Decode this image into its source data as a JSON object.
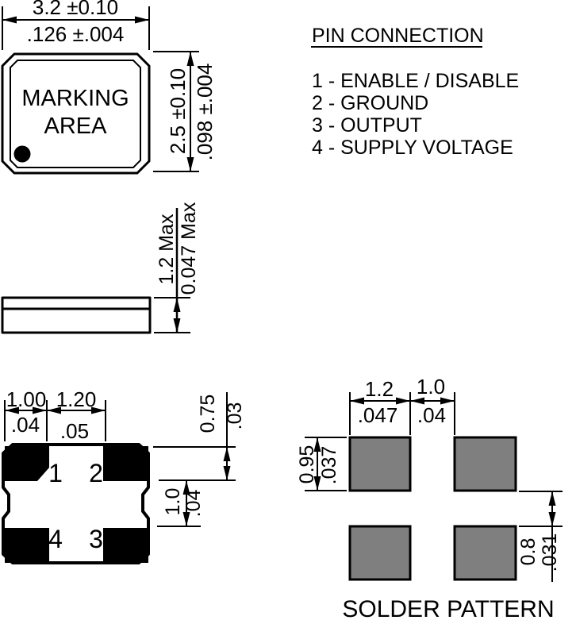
{
  "colors": {
    "ink": "#000000",
    "background": "#ffffff",
    "solder_pad_gray": "#7f7f7f"
  },
  "top_view": {
    "width_mm": "3.2 ±0.10",
    "width_in": ".126 ±.004",
    "height_mm": "2.5 ±0.10",
    "height_in": ".098 ±.004",
    "marking_line1": "MARKING",
    "marking_line2": "AREA"
  },
  "pin_connection": {
    "title": "PIN CONNECTION",
    "pins": [
      {
        "label": "1 - ENABLE / DISABLE"
      },
      {
        "label": "2 - GROUND"
      },
      {
        "label": "3 - OUTPUT"
      },
      {
        "label": "4 - SUPPLY VOLTAGE"
      }
    ]
  },
  "side_view": {
    "height_mm": "1.2 Max",
    "height_in": "0.047 Max"
  },
  "bottom_view": {
    "pad_width_mm": "1.00",
    "pad_width_in": ".04",
    "pad_pitch_mm": "1.20",
    "pad_pitch_in": ".05",
    "pad_height_mm": "0.75",
    "pad_height_in": ".03",
    "row_gap_mm": "1.0",
    "row_gap_in": ".04",
    "pad_numbers": {
      "top_left": "1",
      "top_right": "2",
      "bottom_left": "4",
      "bottom_right": "3"
    }
  },
  "solder_pattern": {
    "title": "SOLDER PATTERN",
    "pad_width_mm": "1.2",
    "pad_width_in": ".047",
    "pad_gap_mm": "1.0",
    "pad_gap_in": ".04",
    "pad_height_mm": "0.95",
    "pad_height_in": ".037",
    "row_gap_mm": "0.8",
    "row_gap_in": ".031"
  }
}
